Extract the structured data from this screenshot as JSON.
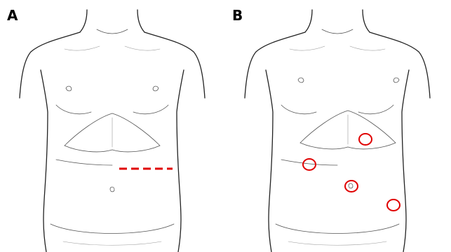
{
  "panels": [
    {
      "label": "A",
      "marker": "dashed-incision-line"
    },
    {
      "label": "B",
      "marker": "port-site-circles",
      "circle_count": 4
    }
  ],
  "colors": {
    "marker": "#e00000",
    "outline": "#222222",
    "background": "#ffffff"
  }
}
